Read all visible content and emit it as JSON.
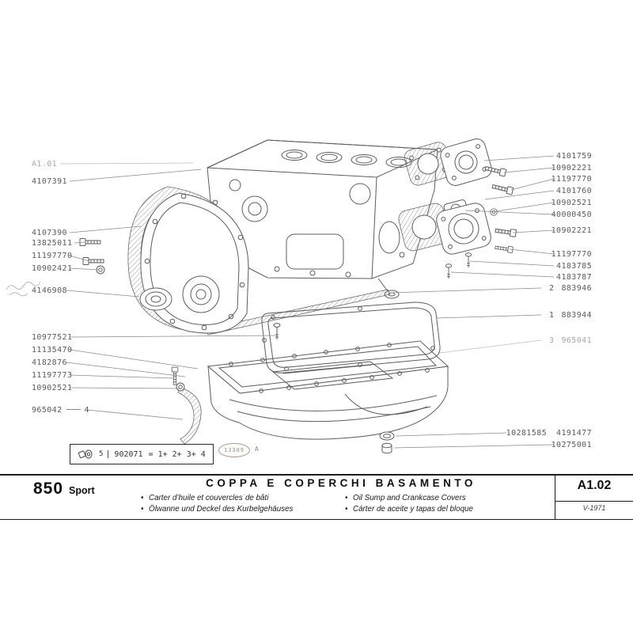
{
  "page_ref": {
    "previous_sheet": "A1.01",
    "sheet": "A1.02",
    "edition": "V-1971",
    "model": "850",
    "variant": "Sport",
    "stamp_number": "13309",
    "stamp_letter": "A"
  },
  "title": {
    "italian": "COPPA E COPERCHI BASAMENTO",
    "bullet": "•",
    "french": "Carter d’huile et couvercles˙de bâti",
    "english": "Oil Sump and Crankcase Covers",
    "german": "Ölwanne und Deckel des Kurbelgehäuses",
    "spanish": "Cárter de aceite y tapas del bloque"
  },
  "legend": {
    "ref": "5",
    "part_number": "902071",
    "equals": "= 1+ 2+ 3+ 4"
  },
  "labels_left": [
    {
      "text": "4107391"
    },
    {
      "text": "4107390"
    },
    {
      "text": "13825011"
    },
    {
      "text": "11197770"
    },
    {
      "text": "10902421"
    },
    {
      "text": "4146908"
    },
    {
      "text": "10977521"
    },
    {
      "text": "11135470"
    },
    {
      "text": "4182876"
    },
    {
      "text": "11197773"
    },
    {
      "text": "10902521"
    },
    {
      "text": "965042",
      "ref": "4"
    }
  ],
  "labels_right": [
    {
      "text": "4101759"
    },
    {
      "text": "10902221"
    },
    {
      "text": "11197770"
    },
    {
      "text": "4101760"
    },
    {
      "text": "10902521"
    },
    {
      "text": "40000450"
    },
    {
      "text": "10902221"
    },
    {
      "text": "11197770"
    },
    {
      "text": "4183785"
    },
    {
      "text": "4183787"
    },
    {
      "ref": "2",
      "text": "883946"
    },
    {
      "ref": "1",
      "text": "883944"
    },
    {
      "ref": "3",
      "text": "965041"
    },
    {
      "text": "10281585",
      "text2": "4191477"
    },
    {
      "text": "10275001"
    }
  ]
}
